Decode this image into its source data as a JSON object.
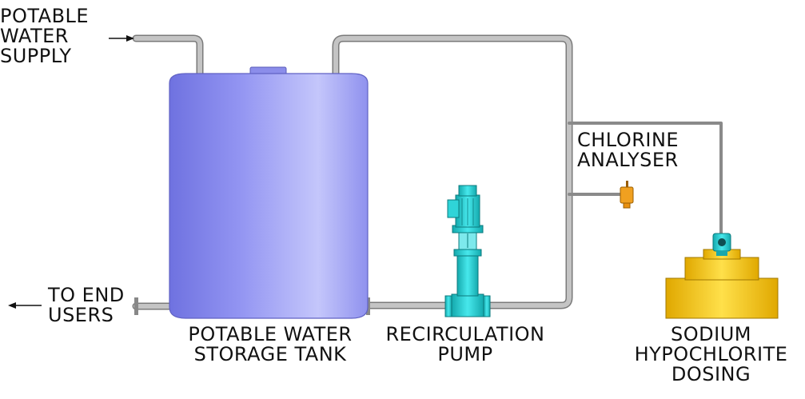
{
  "labels": {
    "supply": "POTABLE\nWATER\nSUPPLY",
    "end_users": "TO END\nUSERS",
    "tank": "POTABLE WATER\nSTORAGE TANK",
    "pump": "RECIRCULATION\nPUMP",
    "analyser": "CHLORINE\nANALYSER",
    "dosing": "SODIUM\nHYPOCHLORITE\nDOSING"
  },
  "colors": {
    "tank": "#8a8cf0",
    "pipe": "#b8b8b8",
    "pump": "#2fd4d8",
    "dosing_tank": "#f5c518",
    "analyser": "#f0a020"
  }
}
